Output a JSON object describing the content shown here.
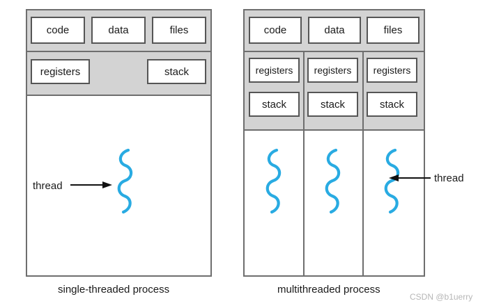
{
  "diagram": {
    "title_left": "single-threaded process",
    "title_right": "multithreaded process",
    "colors": {
      "thread": "#29abe2",
      "band": "#d3d3d3",
      "frame": "#6e6e6e",
      "cell_border": "#555555",
      "text": "#1a1a1a",
      "watermark": "#b6b6b6"
    },
    "single_threaded": {
      "resource_row": [
        "code",
        "data",
        "files"
      ],
      "thread_row": [
        "registers",
        "stack"
      ],
      "thread_label": "thread",
      "thread_count": 1
    },
    "multithreaded": {
      "resource_row": [
        "code",
        "data",
        "files"
      ],
      "registers_row": [
        "registers",
        "registers",
        "registers"
      ],
      "stack_row": [
        "stack",
        "stack",
        "stack"
      ],
      "thread_label": "thread",
      "thread_count": 3
    }
  },
  "watermark": "CSDN @b1uerry"
}
